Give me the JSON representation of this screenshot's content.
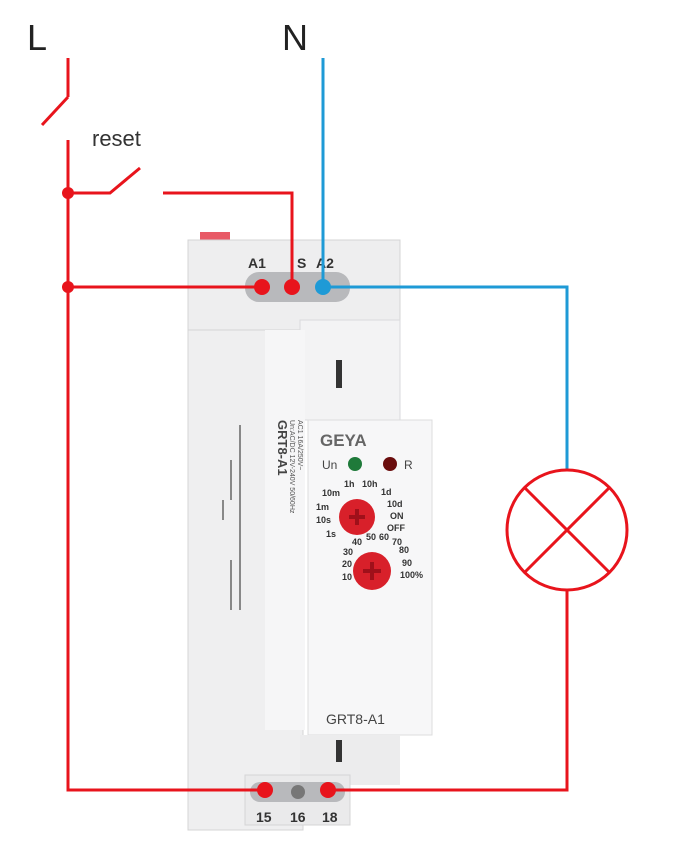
{
  "labels": {
    "line": "L",
    "neutral": "N",
    "reset": "reset"
  },
  "device": {
    "brand": "GEYA",
    "model": "GRT8-A1",
    "side_model": "GRT8-A1",
    "side_rating1": "Un:AC/DC 12V-240V 50/60Hz",
    "side_rating2": "AC1 16A/250V~",
    "led_power": "Un",
    "led_relay": "R",
    "top_terminals": [
      "A1",
      "S",
      "A2"
    ],
    "bottom_terminals": [
      "15",
      "16",
      "18"
    ],
    "time_range_labels": [
      "1s",
      "10s",
      "1m",
      "10m",
      "1h",
      "10h",
      "1d",
      "10d",
      "ON",
      "OFF"
    ],
    "percent_labels": [
      "10",
      "20",
      "30",
      "40",
      "50",
      "60",
      "70",
      "80",
      "90",
      "100%"
    ]
  },
  "colors": {
    "live": "#e8141c",
    "neutral": "#1e9ad6",
    "knob": "#d8202a"
  }
}
